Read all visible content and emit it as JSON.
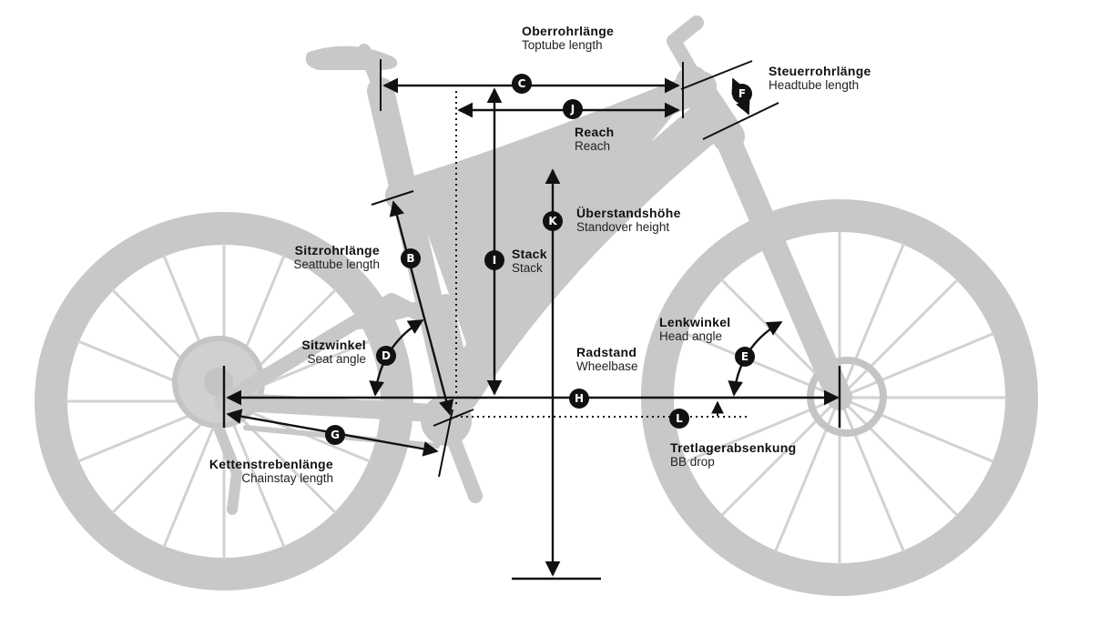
{
  "measures": {
    "C": {
      "letter": "C",
      "de": "Oberrohrlänge",
      "en": "Toptube length"
    },
    "F": {
      "letter": "F",
      "de": "Steuerrohrlänge",
      "en": "Headtube length"
    },
    "J": {
      "letter": "J",
      "de": "Reach",
      "en": "Reach"
    },
    "K": {
      "letter": "K",
      "de": "Überstandshöhe",
      "en": "Standover height"
    },
    "I": {
      "letter": "I",
      "de": "Stack",
      "en": "Stack"
    },
    "B": {
      "letter": "B",
      "de": "Sitzrohrlänge",
      "en": "Seattube length"
    },
    "D": {
      "letter": "D",
      "de": "Sitzwinkel",
      "en": "Seat angle"
    },
    "E": {
      "letter": "E",
      "de": "Lenkwinkel",
      "en": "Head angle"
    },
    "H": {
      "letter": "H",
      "de": "Radstand",
      "en": "Wheelbase"
    },
    "L": {
      "letter": "L",
      "de": "Tretlagerabsenkung",
      "en": "BB drop"
    },
    "G": {
      "letter": "G",
      "de": "Kettenstrebenlänge",
      "en": "Chainstay length"
    }
  },
  "colors": {
    "bike": "#c8c8c8",
    "lines": "#111111",
    "badge": "#111111"
  }
}
